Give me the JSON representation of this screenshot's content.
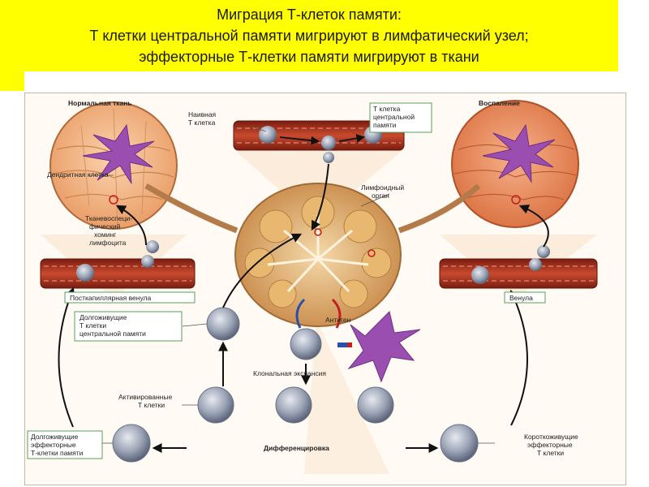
{
  "title": {
    "line1": "Миграция Т-клеток памяти:",
    "line2": "Т клетки центральной  памяти мигрируют  в лимфатический узел;",
    "line3": "эффекторные Т-клетки памяти мигрируют  в ткани"
  },
  "labels": {
    "normal_tissue": "Нормальная ткань",
    "dendritic_cell": "Дендритная клетка",
    "naive_1": "Наивная",
    "naive_2": "Т клетка",
    "tcm_1": "Т клетка",
    "tcm_2": "центральной",
    "tcm_3": "памяти",
    "inflammation": "Воспаление",
    "lymph_1": "Лимфоидный",
    "lymph_2": "орган",
    "homing_1": "Тканевоспеци-",
    "homing_2": "фический",
    "homing_3": "хоминг",
    "homing_4": "лимфоцита",
    "postcap": "Посткапиллярная венула",
    "venule": "Венула",
    "long_cm_1": "Долгоживущие",
    "long_cm_2": "Т клетки",
    "long_cm_3": "центральной памяти",
    "antigen": "Антиген",
    "clonal": "Клональная экспансия",
    "activated_1": "Активированные",
    "activated_2": "Т клетки",
    "long_eff_1": "Долгоживущие",
    "long_eff_2": "эффекторные",
    "long_eff_3": "Т-клетки памяти",
    "diff": "Дифференцировка",
    "short_eff_1": "Короткоживущие",
    "short_eff_2": "эффекторные",
    "short_eff_3": "Т клетки"
  },
  "colors": {
    "title_bg": "#ffff00",
    "tissue": "#f3b98c",
    "vessel": "#b5311f",
    "dendritic": "#9a4fb0",
    "tcell": "#9aa3b5",
    "label_box": "#5aa05a",
    "arrow": "#111111"
  }
}
